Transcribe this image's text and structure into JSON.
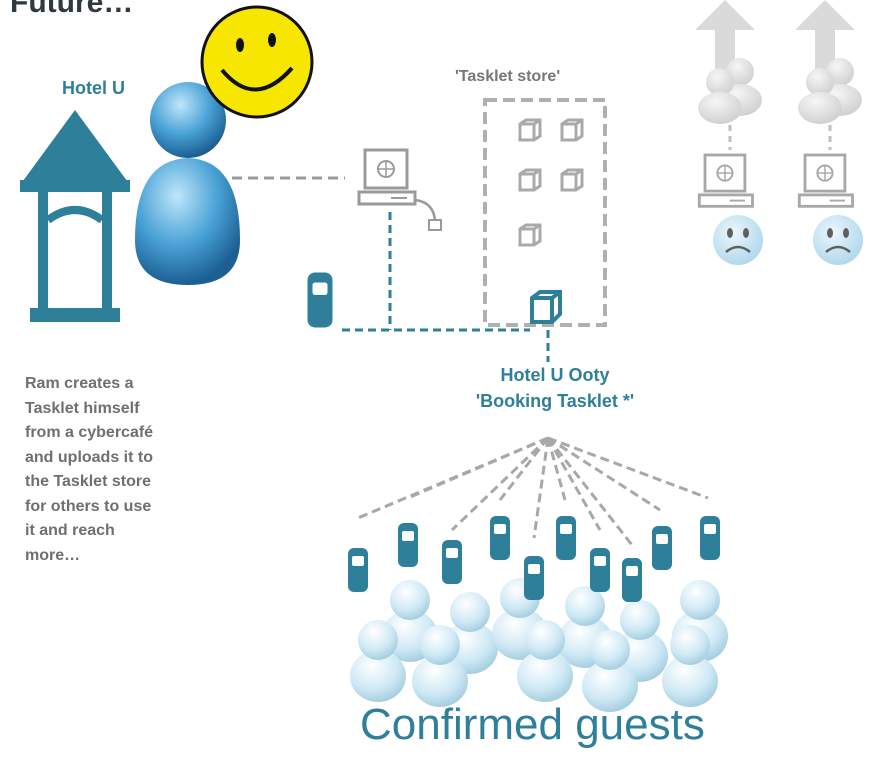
{
  "title": "Future…",
  "hotel": {
    "label": "Hotel U"
  },
  "store": {
    "label": "'Tasklet store'"
  },
  "tasklet": {
    "line1": "Hotel U Ooty",
    "line2": "'Booking Tasklet *'"
  },
  "description": {
    "lines": [
      "Ram creates a",
      "Tasklet himself",
      "from a cybercafé",
      "and uploads it to",
      "the Tasklet store",
      "for others to use",
      "it  and reach",
      "more…"
    ]
  },
  "guests": {
    "label": "Confirmed guests"
  },
  "colors": {
    "teal": "#2e7f99",
    "gray": "#9a9a9a",
    "yellow": "#f7e600",
    "light_gray": "#d9d9d9"
  }
}
